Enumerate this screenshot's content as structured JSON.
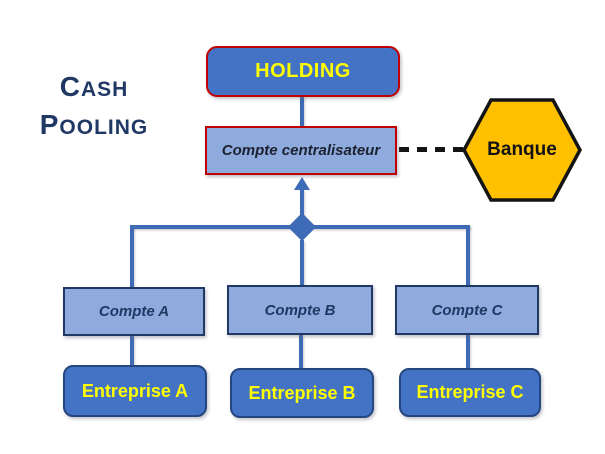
{
  "title": {
    "line1_initial": "C",
    "line1_rest": "ASH",
    "line2_initial": "P",
    "line2_rest": "OOLING"
  },
  "nodes": {
    "holding": {
      "label": "HOLDING"
    },
    "central_account": {
      "label": "Compte centralisateur"
    },
    "bank": {
      "label": "Banque"
    },
    "accounts": [
      {
        "label": "Compte A"
      },
      {
        "label": "Compte B"
      },
      {
        "label": "Compte C"
      }
    ],
    "companies": [
      {
        "label": "Entreprise A"
      },
      {
        "label": "Entreprise B"
      },
      {
        "label": "Entreprise C"
      }
    ]
  },
  "colors": {
    "holding_fill": "#4472C4",
    "holding_border": "#C00000",
    "holding_text": "#FFFF00",
    "central_fill": "#8FAADC",
    "central_border": "#C00000",
    "central_text": "#1B2130",
    "account_fill": "#8FAADC",
    "account_border": "#1F3864",
    "account_text": "#1F3864",
    "company_fill": "#4472C4",
    "company_border": "#24477F",
    "company_text": "#FFFF00",
    "bank_fill": "#FFC000",
    "bank_border": "#141414",
    "bank_text": "#111111",
    "connector": "#3E6BB5",
    "dashed": "#141414",
    "title_text": "#1F3864",
    "canvas_bg": "#FFFFFF"
  }
}
